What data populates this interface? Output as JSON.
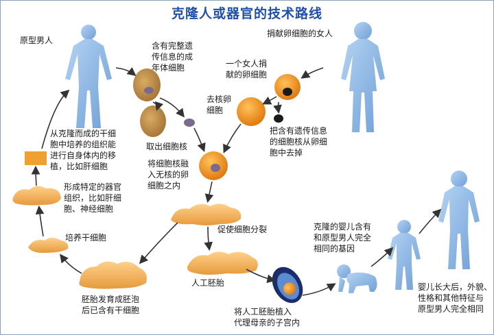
{
  "title": "克隆人或器官的技术路线",
  "labels": {
    "original_man": "原型男人",
    "donor_woman": "捐献卵细胞的女人",
    "adult_cell": [
      "含有完整遗",
      "传信息的成",
      "年体细胞"
    ],
    "egg_cell": [
      "一个女人捐",
      "献的卵细胞"
    ],
    "enucleated_egg": [
      "去核卵",
      "细胞"
    ],
    "remove_nucleus": [
      "把含有遗传信息",
      "的细胞核从卵细",
      "胞中去掉"
    ],
    "extract_nucleus": "取出细胞核",
    "fuse_nucleus": [
      "将细胞核融",
      "入无核的卵",
      "细胞之内"
    ],
    "transplant": [
      "从克隆而成的干细",
      "胞中培养的组织能",
      "进行自身体内的移",
      "植，比如肝细胞"
    ],
    "specific_organ": [
      "形成特定的器官",
      "组织，比如肝细",
      "胞、神经细胞"
    ],
    "culture_stem": "培养干细胞",
    "promote_division": "促使细胞分裂",
    "blastocyst": [
      "胚胎发育成胚泡",
      "后已含有干细胞"
    ],
    "artificial_embryo": "人工胚胎",
    "implant": [
      "将人工胚胎植入",
      "代理母亲的子宫内"
    ],
    "cloned_baby": [
      "克隆的婴儿含有",
      "和原型男人完全",
      "相同的基因"
    ],
    "grown_up": [
      "婴儿长大后，外貌、",
      "性格和其他特征与",
      "原型男人完全相同"
    ]
  },
  "colors": {
    "title": "#1f4fa8",
    "human": "#8fb8e6",
    "cell": "#c9974a",
    "egg": "#f39a1c",
    "tissue": "#f5b865",
    "arrow": "#333333"
  }
}
